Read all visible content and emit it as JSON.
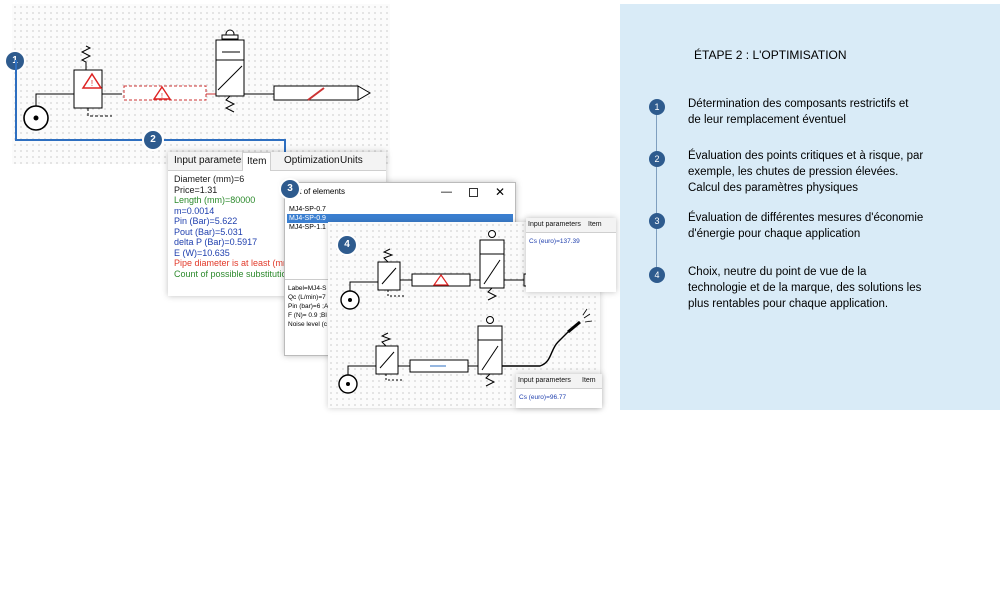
{
  "badges": [
    "1",
    "2",
    "3",
    "4"
  ],
  "param_window": {
    "tabs": [
      "Input parameters",
      "Item",
      "Optimization",
      "Units"
    ],
    "lines": [
      {
        "text": "Diameter (mm)=6",
        "color": "#1a1a1a"
      },
      {
        "text": "Price=1.31",
        "color": "#1a1a1a"
      },
      {
        "text": "Length (mm)=80000",
        "color": "#2c8a2c"
      },
      {
        "text": "m=0.0014",
        "color": "#1f3fae"
      },
      {
        "text": "Pin (Bar)=5.622",
        "color": "#1f3fae"
      },
      {
        "text": "Pout (Bar)=5.031",
        "color": "#1f3fae"
      },
      {
        "text": "delta P (Bar)=0.5917",
        "color": "#1f3fae"
      },
      {
        "text": "E (W)=10.635",
        "color": "#1f3fae"
      },
      {
        "text": "Pipe diameter is at least (mr",
        "color": "#e23a2a"
      },
      {
        "text": "Count of possible substitutic",
        "color": "#2c8a2c"
      }
    ]
  },
  "list_window": {
    "title": "List of elements",
    "items": [
      "MJ4-SP-0.7",
      "MJ4-SP-0.9",
      "MJ4-SP-1.1"
    ],
    "selected_index": 1,
    "details": [
      "Label=MJ4-S",
      "Qc (L/min)=7",
      "Pin (bar)=6 ;A",
      "F (N)= 0.9 ;Bl",
      "Noise level (c"
    ]
  },
  "result_panel_1": {
    "tabs": [
      "Input parameters",
      "Item"
    ],
    "value": "Cs (euro)=137.39"
  },
  "result_panel_2": {
    "tabs": [
      "Input parameters",
      "Item"
    ],
    "value": "Cs (euro)=96.77"
  },
  "steps": {
    "title": "ÉTAPE 2 : L'OPTIMISATION",
    "items": [
      {
        "num": "1",
        "lines": [
          "Détermination des composants restrictifs et",
          "de leur remplacement éventuel"
        ]
      },
      {
        "num": "2",
        "lines": [
          "Évaluation des points critiques et à risque, par",
          "exemple, les chutes de pression élevées.",
          "Calcul des paramètres physiques"
        ]
      },
      {
        "num": "3",
        "lines": [
          "Évaluation de différentes mesures d'économie",
          "d'énergie pour chaque application"
        ]
      },
      {
        "num": "4",
        "lines": [
          "Choix,  neutre du point de vue de la",
          "technologie et de la marque, des solutions les",
          "plus rentables pour chaque application."
        ]
      }
    ]
  },
  "colors": {
    "accent": "#2e5b8e",
    "panel_bg": "#d9ebf7",
    "connector": "#2e6fc0",
    "selection": "#3b7fd0"
  }
}
